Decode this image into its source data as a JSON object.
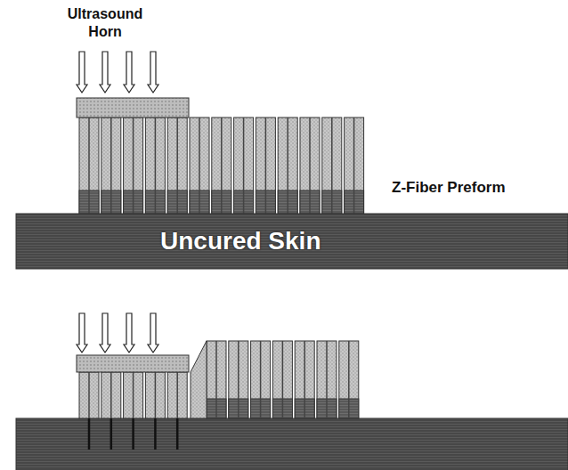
{
  "diagram": {
    "nodes": [
      {
        "text": [
          "Uncured Skin"
        ]
      }
    ],
    "labels": [
      "Ultrasound Horn",
      "Z-Fiber Preform"
    ]
  }
}
